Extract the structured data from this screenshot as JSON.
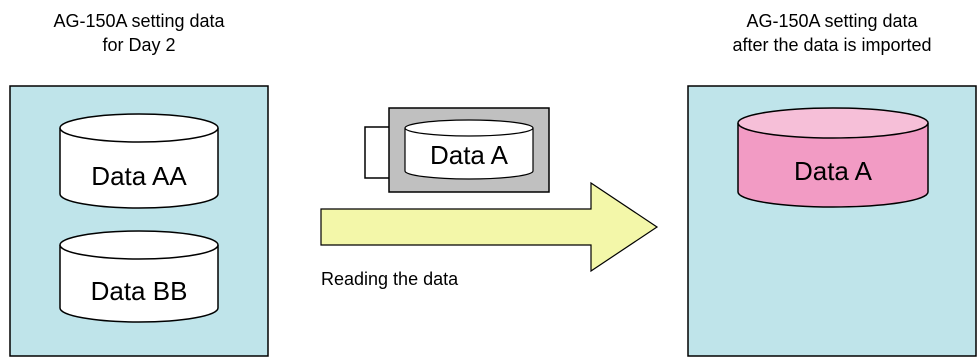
{
  "left_panel": {
    "caption_line1": "AG-150A setting data",
    "caption_line2": "for Day 2",
    "databases": [
      {
        "label": "Data AA"
      },
      {
        "label": "Data BB"
      }
    ]
  },
  "memory_card": {
    "label": "Data A"
  },
  "arrow": {
    "label": "Reading the data"
  },
  "right_panel": {
    "caption_line1": "AG-150A setting data",
    "caption_line2": "after the data is imported",
    "database": {
      "label": "Data A"
    }
  },
  "colors": {
    "panel_fill": "#bfe4ea",
    "arrow_fill": "#f3f7a9",
    "card_fill": "#c0c0c0",
    "imported_db_fill": "#f29bc4",
    "imported_db_top": "#f6bfd8"
  }
}
